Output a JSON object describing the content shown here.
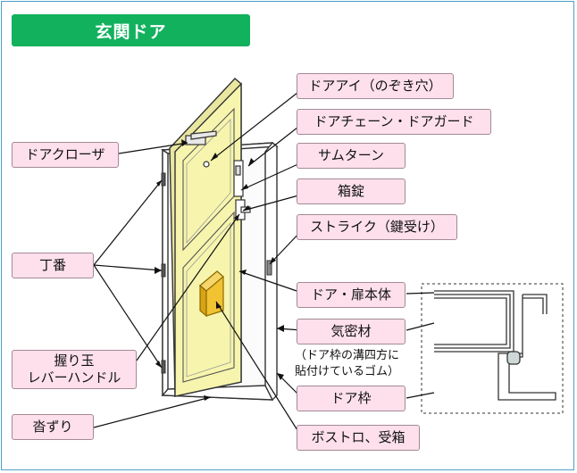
{
  "title": "玄関ドア",
  "labels": {
    "door_eye": "ドアアイ（のぞき穴）",
    "door_chain": "ドアチェーン・ドアガード",
    "thumb_turn": "サムターン",
    "box_lock": "箱錠",
    "strike": "ストライク（鍵受け）",
    "door_body": "ドア・扉本体",
    "weatherstrip": "気密材",
    "door_frame": "ドア枠",
    "bolt_strike_box": "ボストロ、受箱",
    "door_closer": "ドアクローザ",
    "hinge": "丁番",
    "knob_line1": "握り玉",
    "knob_line2": "レバーハンドル",
    "threshold": "沓ずり"
  },
  "notes": {
    "weatherstrip_line1": "（ドア枠の溝四方に",
    "weatherstrip_line2": "貼付けているゴム）"
  },
  "colors": {
    "title_bg": "#12b15e",
    "label_bg": "#fde0ec",
    "door_fill": "#f7f5ad",
    "lock_box": "#f1c232"
  }
}
